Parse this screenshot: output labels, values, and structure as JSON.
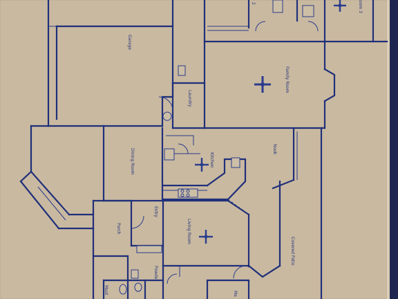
{
  "rooms": {
    "garage": "Garage",
    "bedroom2": "2",
    "bedroom3": "oom 3",
    "family_room": "Family Room",
    "laundry": "Laundry",
    "dining_room": "Dining Room",
    "kitchen": "Kitchen",
    "nook": "Nook",
    "entry": "Entry",
    "porch": "Porch",
    "living_room": "Living Room",
    "covered_patio": "Covered Patio",
    "powder": "Powder",
    "master": "Mast",
    "master_partial": "Ma"
  },
  "colors": {
    "paper": "#c9b9a0",
    "ink": "#1f2f7a",
    "frame": "#1e2650"
  }
}
